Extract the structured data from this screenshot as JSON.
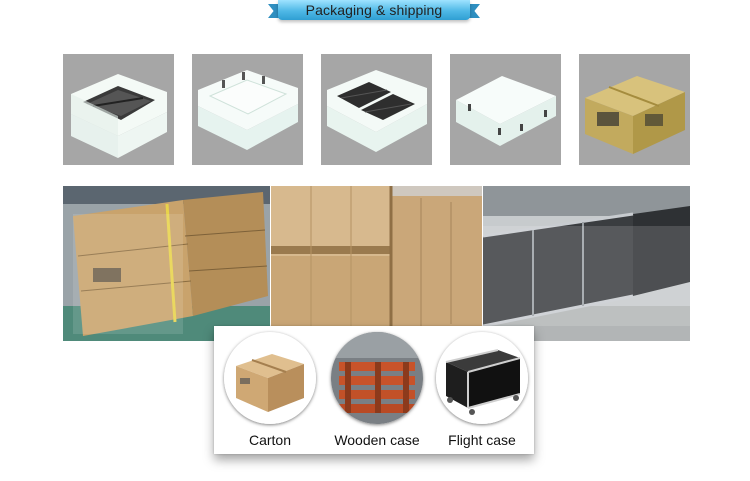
{
  "header": {
    "title": "Packaging & shipping"
  },
  "colors": {
    "ribbon_light": "#9fe3ff",
    "ribbon_dark": "#2f9fd3",
    "tile_bg": "#a6a6a6"
  },
  "packaging_steps": [
    {
      "icon": "foam-box-open-empty"
    },
    {
      "icon": "foam-box-open-white"
    },
    {
      "icon": "foam-box-with-panels"
    },
    {
      "icon": "foam-box-closed"
    },
    {
      "icon": "carton-box-closed"
    }
  ],
  "warehouse_photos": [
    {
      "icon": "stacked-cartons-photo"
    },
    {
      "icon": "wooden-crates-photo"
    },
    {
      "icon": "flight-cases-photo"
    }
  ],
  "package_types": [
    {
      "label": "Carton",
      "icon": "carton-icon"
    },
    {
      "label": "Wooden case",
      "icon": "wooden-pallet-icon"
    },
    {
      "label": "Flight case",
      "icon": "flight-case-icon"
    }
  ]
}
